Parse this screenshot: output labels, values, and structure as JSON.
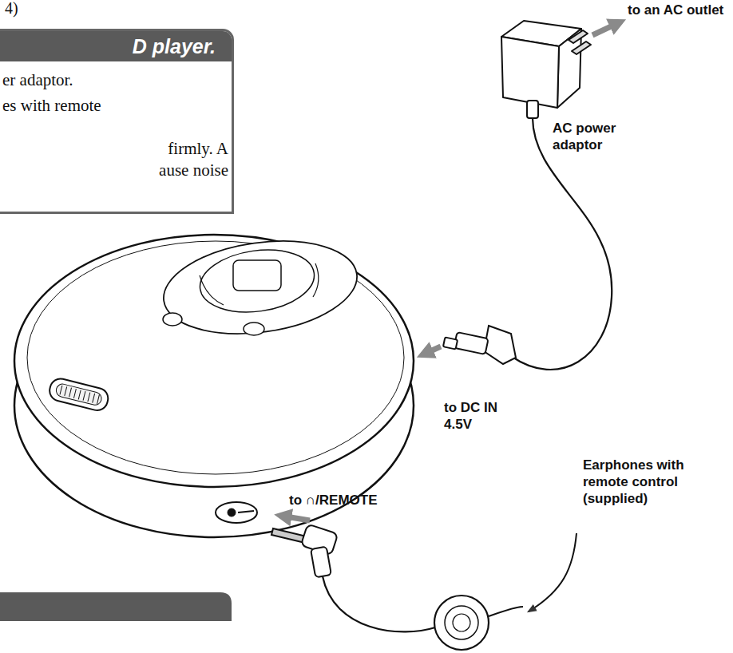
{
  "diagram": {
    "nodes": [
      {
        "text": [
          "D player.",
          "er adaptor.",
          "es with remote",
          "firmly. A ause noise"
        ]
      }
    ],
    "labels": [
      "4)",
      "to an AC outlet",
      "AC power adaptor",
      "to DC IN 4.5V",
      "Earphones with remote control (supplied)",
      "to ∩/REMOTE"
    ]
  }
}
